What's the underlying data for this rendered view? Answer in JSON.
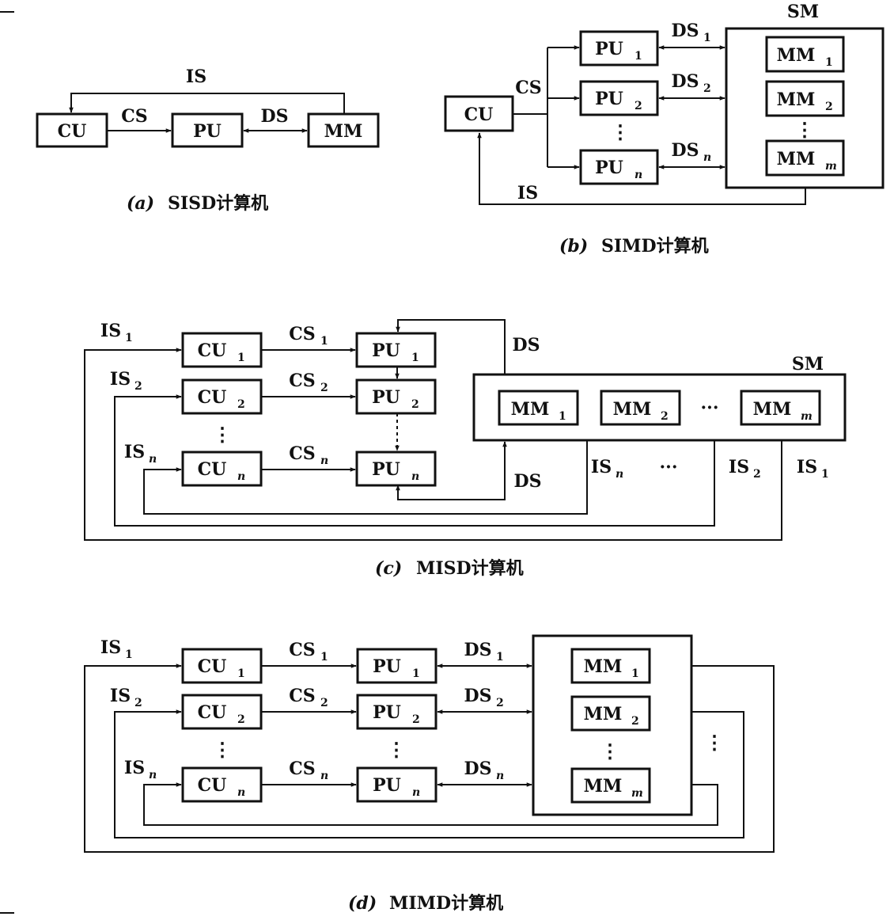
{
  "a": {
    "cu": "CU",
    "pu": "PU",
    "mm": "MM",
    "cs": "CS",
    "ds": "DS",
    "is": "IS",
    "caption_letter": "(a)",
    "caption_text": "SISD计算机"
  },
  "b": {
    "cu": "CU",
    "cs": "CS",
    "is": "IS",
    "sm": "SM",
    "pu_base": "PU",
    "ds_base": "DS",
    "mm_base": "MM",
    "sub1": "1",
    "sub2": "2",
    "subn": "n",
    "subm": "m",
    "dots": "⋮",
    "caption_letter": "(b)",
    "caption_text": "SIMD计算机"
  },
  "c": {
    "cu_base": "CU",
    "pu_base": "PU",
    "cs_base": "CS",
    "is_base": "IS",
    "mm_base": "MM",
    "ds_top": "DS",
    "ds_bottom": "DS",
    "sm": "SM",
    "sub1": "1",
    "sub2": "2",
    "subn": "n",
    "subm": "m",
    "dots": "⋮",
    "hdots": "···",
    "caption_letter": "(c)",
    "caption_text": "MISD计算机"
  },
  "d": {
    "cu_base": "CU",
    "pu_base": "PU",
    "cs_base": "CS",
    "ds_base": "DS",
    "is_base": "IS",
    "mm_base": "MM",
    "sub1": "1",
    "sub2": "2",
    "subn": "n",
    "subm": "m",
    "dots": "⋮",
    "caption_letter": "(d)",
    "caption_text": "MIMD计算机"
  }
}
